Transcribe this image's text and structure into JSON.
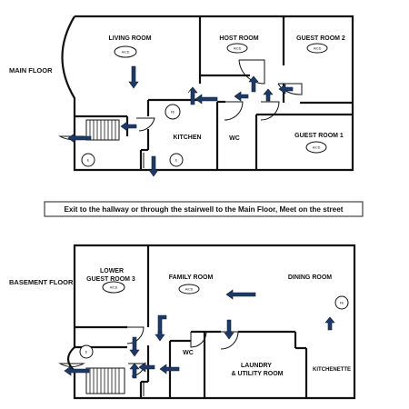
{
  "floors": {
    "main": {
      "label": "MAIN FLOOR",
      "rooms": {
        "living_room": "LIVING ROOM",
        "host_room": "HOST ROOM",
        "guest_room_2": "GUEST ROOM 2",
        "guest_room_1": "GUEST ROOM 1",
        "kitchen": "KITCHEN",
        "wc": "WC"
      }
    },
    "basement": {
      "label": "BASEMENT FLOOR",
      "rooms": {
        "lower_guest_room_3_line1": "LOWER",
        "lower_guest_room_3_line2": "GUEST ROOM 3",
        "family_room": "FAMILY ROOM",
        "dining_room": "DINING ROOM",
        "wc": "WC",
        "laundry_line1": "LAUNDRY",
        "laundry_line2": "& UTILITY ROOM",
        "kitchenette": "KITCHENETTE"
      }
    }
  },
  "symbols": {
    "smoke_alarm": "A/CD",
    "extinguisher": "E",
    "fire_extinguisher": "FE"
  },
  "instructions": "Exit to the hallway or through the stairwell to the Main Floor, Meet on the street",
  "colors": {
    "arrow": "#1d3a66",
    "wall": "#111111"
  }
}
